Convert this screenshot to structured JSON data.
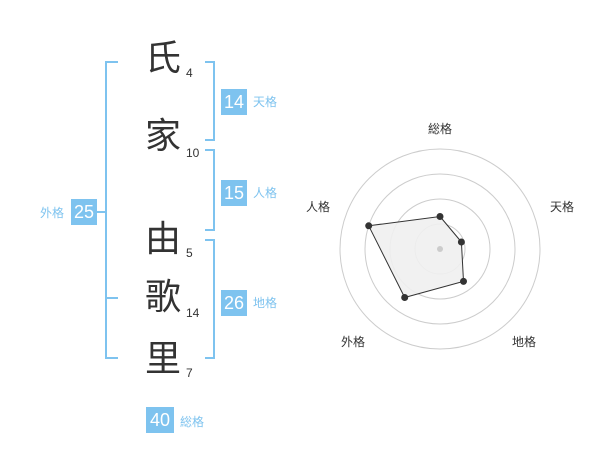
{
  "name": {
    "characters": [
      {
        "char": "氏",
        "strokes": "4"
      },
      {
        "char": "家",
        "strokes": "10"
      },
      {
        "char": "由",
        "strokes": "5"
      },
      {
        "char": "歌",
        "strokes": "14"
      },
      {
        "char": "里",
        "strokes": "7"
      }
    ]
  },
  "fortunes": {
    "tenkaku": {
      "label": "天格",
      "value": "14"
    },
    "jinkaku": {
      "label": "人格",
      "value": "15"
    },
    "chikaku": {
      "label": "地格",
      "value": "26"
    },
    "gaikaku": {
      "label": "外格",
      "value": "25"
    },
    "soukaku": {
      "label": "総格",
      "value": "40"
    }
  },
  "radar": {
    "axes": [
      "総格",
      "天格",
      "地格",
      "外格",
      "人格"
    ],
    "levels": 4,
    "scores": [
      1.3,
      0.9,
      1.6,
      2.4,
      3.0
    ],
    "max": 4,
    "colors": {
      "fill": "#f0f0f0",
      "stroke": "#333333",
      "grid": "#cccccc",
      "accent": "#7ec3ef"
    }
  }
}
